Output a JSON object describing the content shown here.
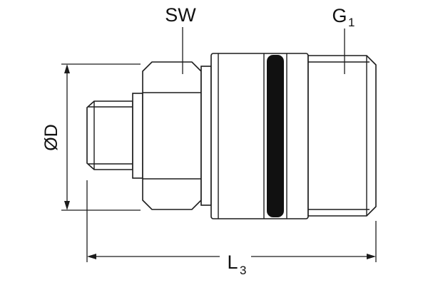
{
  "diagram": {
    "labels": {
      "sw": "SW",
      "g_base": "G",
      "g_sub": "1",
      "diameter": "ØD",
      "l_base": "L",
      "l_sub": "3"
    },
    "colors": {
      "line": "#1c1c1c",
      "oring": "#111111",
      "background": "#ffffff"
    }
  }
}
